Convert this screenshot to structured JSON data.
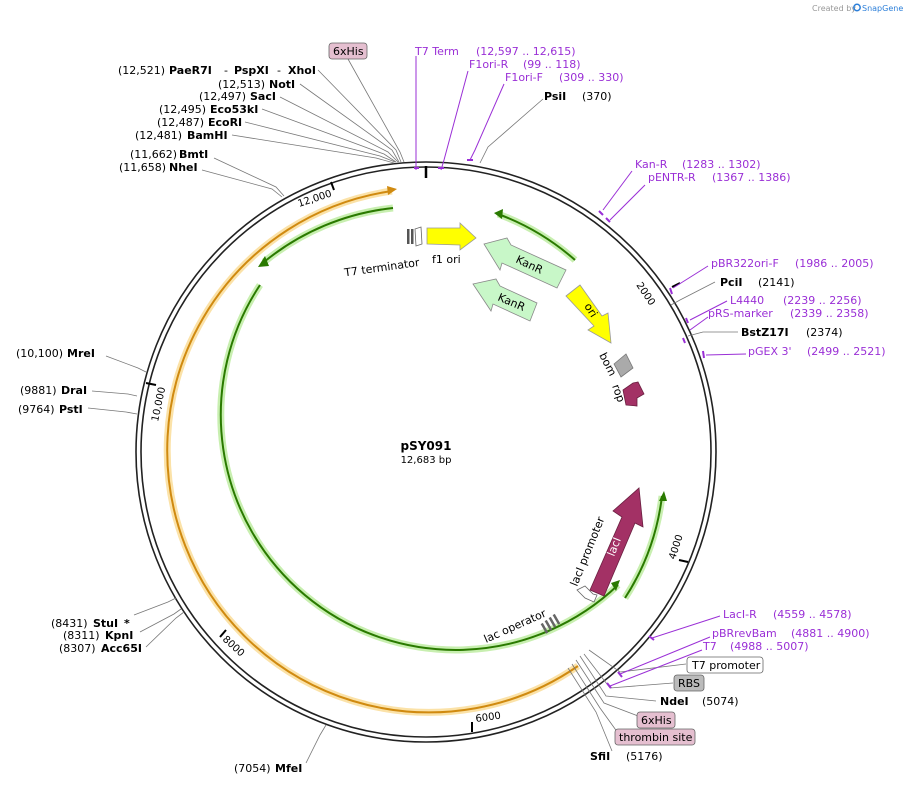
{
  "credit": {
    "prefix": "Created by",
    "brand": "SnapGene"
  },
  "plasmid": {
    "name": "pSY091",
    "length_label": "12,683 bp"
  },
  "colors": {
    "primer": "#9a2fd6",
    "feature_green": "#c8f7c8",
    "feature_yellow": "#ffff00",
    "feature_purple": "#a33165",
    "orange_track": "#f0b040",
    "green_track": "#2a8a00",
    "box_pink": "#e5bfd0",
    "box_gray": "#bbbbbb"
  },
  "ticks": [
    {
      "label": "2000"
    },
    {
      "label": "4000"
    },
    {
      "label": "6000"
    },
    {
      "label": "8000"
    },
    {
      "label": "10,000"
    },
    {
      "label": "12,000"
    }
  ],
  "sites": {
    "paer7i": "PaeR7I",
    "pspxi": "PspXI",
    "xhoi": "XhoI",
    "sep": "-",
    "pos_12521": "(12,521)",
    "noti": "NotI",
    "pos_12513": "(12,513)",
    "saci": "SacI",
    "pos_12497": "(12,497)",
    "eco53ki": "Eco53kI",
    "pos_12495": "(12,495)",
    "ecori": "EcoRI",
    "pos_12487": "(12,487)",
    "bamhi": "BamHI",
    "pos_12481": "(12,481)",
    "bmti": "BmtI",
    "pos_11662": "(11,662)",
    "nhei": "NheI",
    "pos_11658": "(11,658)",
    "psii": "PsiI",
    "pos_370": "(370)",
    "pcii": "PciI",
    "pos_2141": "(2141)",
    "bstz17i": "BstZ17I",
    "pos_2374": "(2374)",
    "mrei": "MreI",
    "pos_10100": "(10,100)",
    "drai": "DraI",
    "pos_9881": "(9881)",
    "psti": "PstI",
    "pos_9764": "(9764)",
    "stui": "StuI",
    "star": "*",
    "pos_8431": "(8431)",
    "kpni": "KpnI",
    "pos_8311": "(8311)",
    "acc65i": "Acc65I",
    "pos_8307": "(8307)",
    "ndei": "NdeI",
    "pos_5074": "(5074)",
    "sfii": "SfiI",
    "pos_5176": "(5176)",
    "mfei": "MfeI",
    "pos_7054": "(7054)"
  },
  "primers": {
    "t7term": "T7 Term",
    "t7term_range": "(12,597 .. 12,615)",
    "f1orir": "F1ori-R",
    "f1orir_range": "(99 .. 118)",
    "f1orif": "F1ori-F",
    "f1orif_range": "(309 .. 330)",
    "kanr": "Kan-R",
    "kanr_range": "(1283 .. 1302)",
    "pentrr": "pENTR-R",
    "pentrr_range": "(1367 .. 1386)",
    "pbr322": "pBR322ori-F",
    "pbr322_range": "(1986 .. 2005)",
    "l4440": "L4440",
    "l4440_range": "(2239 .. 2256)",
    "prsmarker": "pRS-marker",
    "prsmarker_range": "(2339 .. 2358)",
    "pgex3": "pGEX 3'",
    "pgex3_range": "(2499 .. 2521)",
    "lacir": "LacI-R",
    "lacir_range": "(4559 .. 4578)",
    "pbrrevbam": "pBRrevBam",
    "pbrrevbam_range": "(4881 .. 4900)",
    "t7": "T7",
    "t7_range": "(4988 .. 5007)"
  },
  "boxes": {
    "sixhis_top": "6xHis",
    "t7promoter": "T7 promoter",
    "rbs": "RBS",
    "sixhis_bottom": "6xHis",
    "thrombin": "thrombin site"
  },
  "features": {
    "t7terminator": "T7 terminator",
    "f1ori": "f1 ori",
    "kanr1": "KanR",
    "kanr2": "KanR",
    "ori": "ori",
    "bom": "bom",
    "rop": "rop",
    "laci": "lacI",
    "lacipromoter": "lacI promoter",
    "lacoperator": "lac operator"
  }
}
